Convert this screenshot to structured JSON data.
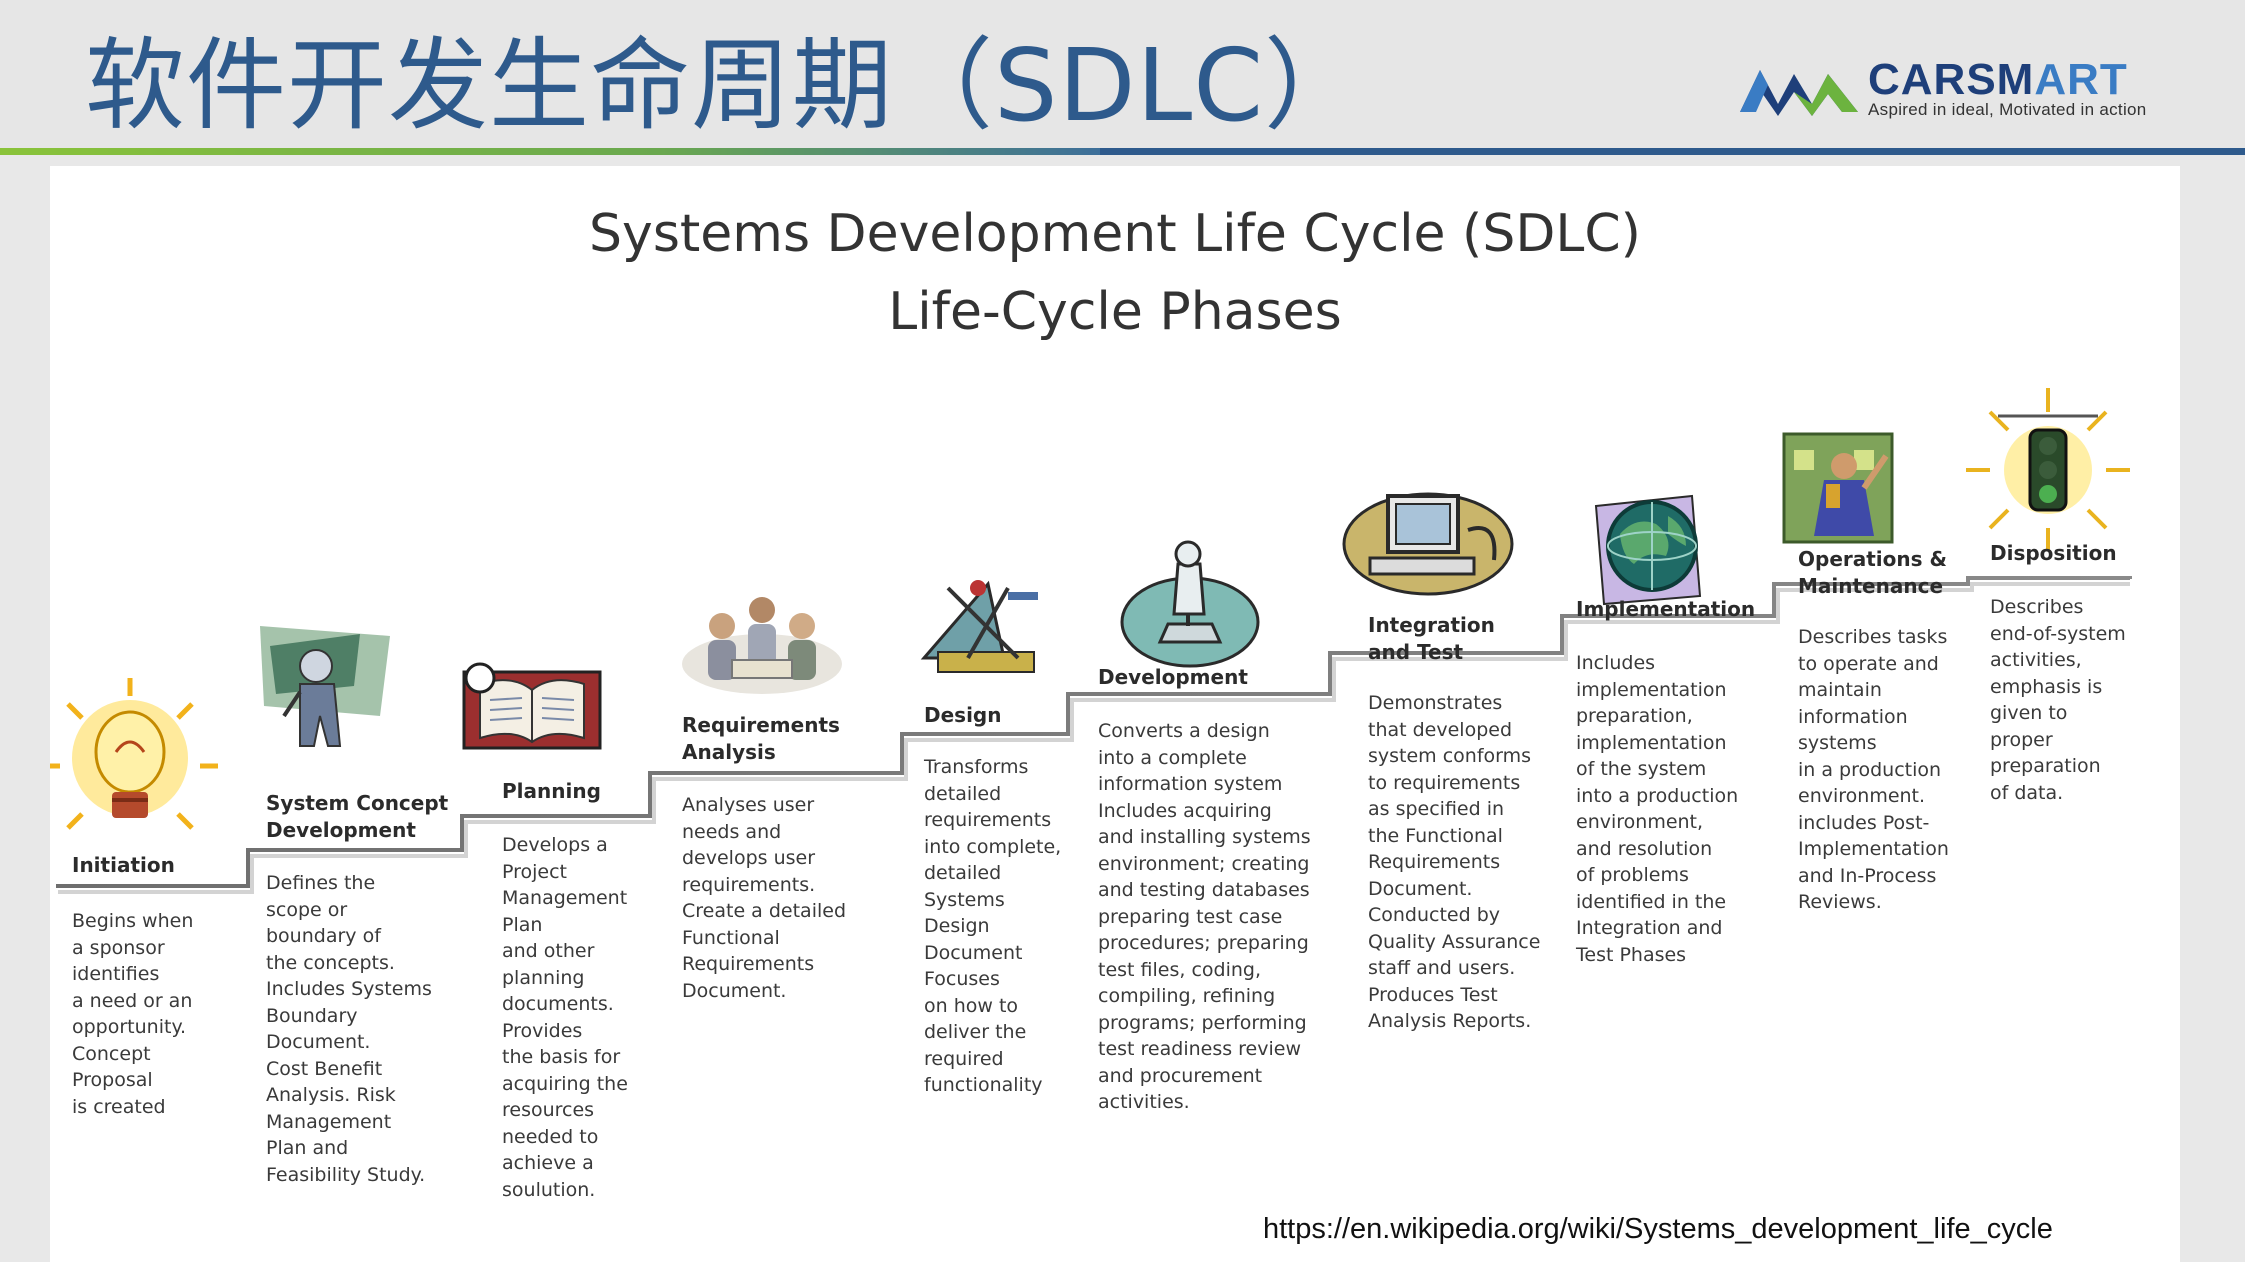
{
  "slide": {
    "title": "软件开发生命周期（SDLC）",
    "logo_name_a": "CARSM",
    "logo_name_b": "ART",
    "logo_tagline": "Aspired in ideal, Motivated in action",
    "source_url": "https://en.wikipedia.org/wiki/Systems_development_life_cycle"
  },
  "figure": {
    "title_line1": "Systems Development Life Cycle (SDLC)",
    "title_line2": "Life-Cycle Phases",
    "phases": [
      {
        "name": "Initiation",
        "icon": "lightbulb-icon",
        "description": "Begins when\na sponsor\nidentifies\na need or an\nopportunity.\nConcept\nProposal\nis created"
      },
      {
        "name": "System Concept\nDevelopment",
        "icon": "thinking-person-icon",
        "description": "Defines the\nscope or\nboundary of\nthe concepts.\nIncludes Systems\nBoundary\nDocument.\nCost Benefit\nAnalysis. Risk\nManagement\nPlan and\nFeasibility Study."
      },
      {
        "name": "Planning",
        "icon": "open-book-icon",
        "description": "Develops a\nProject\nManagement\nPlan\nand other\nplanning\ndocuments.\nProvides\nthe basis for\nacquiring the\nresources\nneeded to\nachieve a\nsoulution."
      },
      {
        "name": "Requirements\nAnalysis",
        "icon": "team-meeting-icon",
        "description": "Analyses user\nneeds and\ndevelops user\nrequirements.\nCreate a detailed\nFunctional\nRequirements\nDocument."
      },
      {
        "name": "Design",
        "icon": "drafting-tools-icon",
        "description": "Transforms\ndetailed\nrequirements\ninto complete,\ndetailed\nSystems\nDesign\nDocument\nFocuses\non how to\ndeliver the\nrequired\nfunctionality"
      },
      {
        "name": "Development",
        "icon": "microscope-icon",
        "description": "Converts a design\ninto a complete\ninformation system\nIncludes acquiring\nand installing systems\nenvironment; creating\nand testing databases\npreparing test case\nprocedures; preparing\ntest files, coding,\ncompiling, refining\nprograms; performing\ntest readiness review\nand procurement\nactivities."
      },
      {
        "name": "Integration\nand Test",
        "icon": "computer-icon",
        "description": "Demonstrates\nthat developed\nsystem conforms\nto requirements\nas specified in\nthe Functional\nRequirements\nDocument.\nConducted by\nQuality Assurance\nstaff and users.\nProduces Test\nAnalysis Reports."
      },
      {
        "name": "Implementation",
        "icon": "globe-icon",
        "description": "Includes\nimplementation\npreparation,\nimplementation\nof the system\ninto a production\nenvironment,\nand resolution\nof problems\nidentified in the\nIntegration and\nTest Phases"
      },
      {
        "name": "Operations &\nMaintenance",
        "icon": "worker-icon",
        "description": "Describes tasks\nto operate and\nmaintain\ninformation\nsystems\nin a production\nenvironment.\nincludes Post-\nImplementation\nand In-Process\nReviews."
      },
      {
        "name": "Disposition",
        "icon": "traffic-light-icon",
        "description": "Describes\nend-of-system\nactivities,\nemphasis is\ngiven to\nproper\npreparation\nof data."
      }
    ]
  }
}
